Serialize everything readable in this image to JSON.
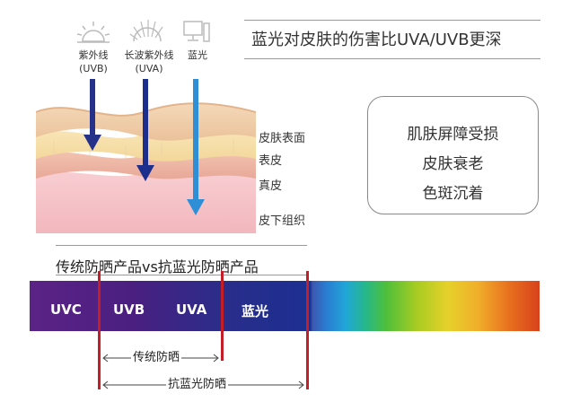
{
  "title": "蓝光对皮肤的伤害比UVA/UVB更深",
  "sources": [
    {
      "label": "紫外线",
      "sub": "(UVB)",
      "icon": "sun-icon"
    },
    {
      "label": "长波紫外线",
      "sub": "(UVA)",
      "icon": "sun-rays-icon"
    },
    {
      "label": "蓝光",
      "sub": "",
      "icon": "computer-icon"
    }
  ],
  "layers": [
    "皮肤表面",
    "表皮",
    "真皮",
    "皮下组织"
  ],
  "effects": [
    "肌肤屏障受损",
    "皮肤衰老",
    "色斑沉着"
  ],
  "comparison_title": "传统防晒产品vs抗蓝光防晒产品",
  "spectrum_bands": [
    "UVC",
    "UVB",
    "UVA",
    "蓝光"
  ],
  "ranges": {
    "traditional": "传统防晒",
    "anti_blue": "抗蓝光防晒"
  },
  "colors": {
    "uvb_arrow": "#26318a",
    "uva_arrow": "#1d2f8c",
    "blue_arrow": "#2e8fd6",
    "marker": "#c41f28"
  }
}
